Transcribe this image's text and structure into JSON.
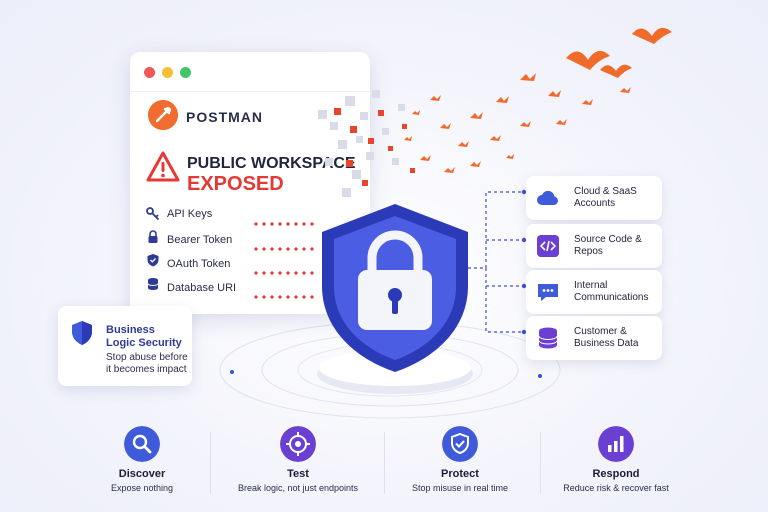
{
  "brand": {
    "name": "POSTMAN"
  },
  "alert": {
    "line1": "PUBLIC WORKSPACE",
    "line2": "EXPOSED"
  },
  "secrets": [
    {
      "label": "API Keys",
      "icon": "key-icon"
    },
    {
      "label": "Bearer Token",
      "icon": "lock-icon"
    },
    {
      "label": "OAuth Token",
      "icon": "shield-icon"
    },
    {
      "label": "Database URI",
      "icon": "database-icon"
    }
  ],
  "business_logic": {
    "title": "Business Logic Security",
    "text": "Stop abuse before it becomes impact"
  },
  "destinations": [
    {
      "label": "Cloud & SaaS Accounts",
      "icon": "cloud-icon"
    },
    {
      "label": "Source Code & Repos",
      "icon": "code-icon"
    },
    {
      "label": "Internal Communications",
      "icon": "chat-icon"
    },
    {
      "label": "Customer & Business Data",
      "icon": "database-icon"
    }
  ],
  "features": [
    {
      "title": "Discover",
      "subtitle": "Expose nothing",
      "icon": "magnifier-icon",
      "color": "#3f5bd9"
    },
    {
      "title": "Test",
      "subtitle": "Break logic, not just endpoints",
      "icon": "target-icon",
      "color": "#6a3fd1"
    },
    {
      "title": "Protect",
      "subtitle": "Stop misuse in real time",
      "icon": "shield-check-icon",
      "color": "#3f5bd9"
    },
    {
      "title": "Respond",
      "subtitle": "Reduce risk & recover fast",
      "icon": "chart-icon",
      "color": "#6a3fd1"
    }
  ],
  "colors": {
    "alert": "#e53935",
    "brand": "#f26b2f",
    "shield": "#3c4fd6",
    "accent": "#6a3fd1"
  }
}
